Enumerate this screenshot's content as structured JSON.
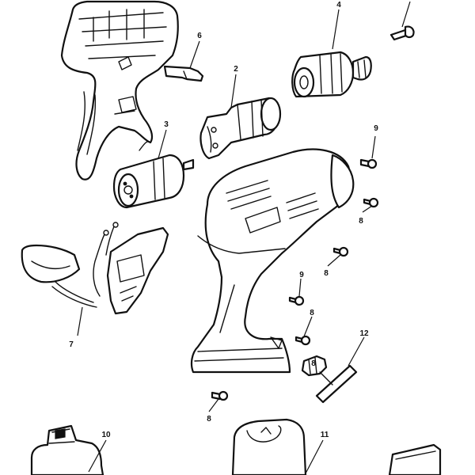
{
  "diagram": {
    "callouts": [
      {
        "id": "label-4",
        "text": "4"
      },
      {
        "id": "label-6",
        "text": "6"
      },
      {
        "id": "label-2",
        "text": "2"
      },
      {
        "id": "label-3",
        "text": "3"
      },
      {
        "id": "label-9a",
        "text": "9"
      },
      {
        "id": "label-8a",
        "text": "8"
      },
      {
        "id": "label-8b",
        "text": "8"
      },
      {
        "id": "label-9b",
        "text": "9"
      },
      {
        "id": "label-8c",
        "text": "8"
      },
      {
        "id": "label-8d",
        "text": "8"
      },
      {
        "id": "label-12",
        "text": "12"
      },
      {
        "id": "label-7",
        "text": "7"
      },
      {
        "id": "label-8e",
        "text": "8"
      },
      {
        "id": "label-10",
        "text": "10"
      },
      {
        "id": "label-11",
        "text": "11"
      }
    ],
    "accent_color": "#111111",
    "background_color": "#ffffff"
  }
}
